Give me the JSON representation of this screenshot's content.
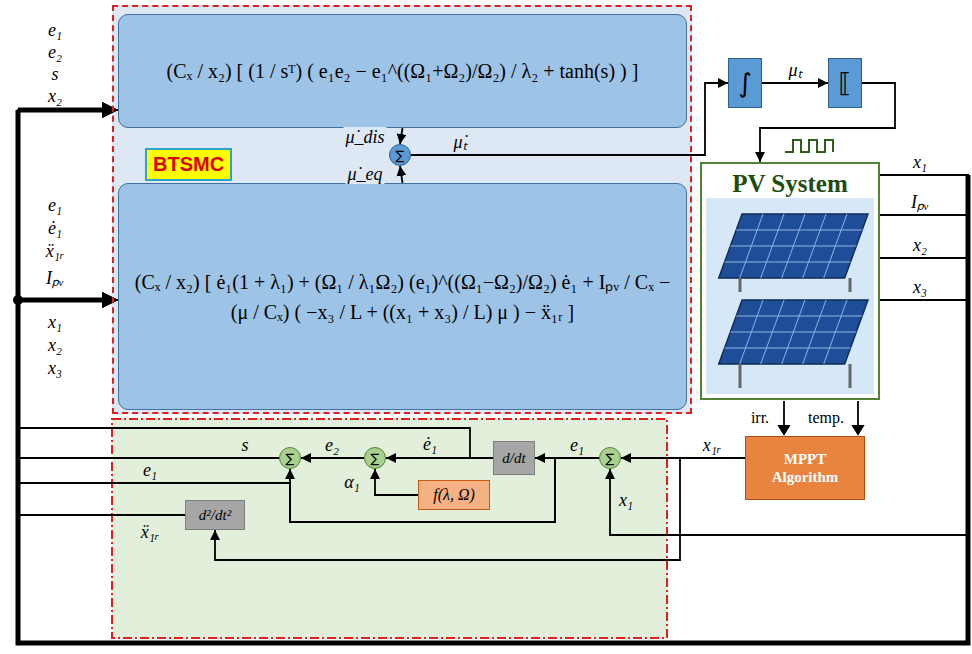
{
  "diagram": {
    "nodes": [
      {
        "text": [
          "BTSMC"
        ]
      },
      {
        "text": [
          "(Cₓ / x₂) [ (1 / sᵀ) ( e₁e₂ − e₁^((Ω₁+Ω₂)/Ω₂) / λ₂ + tanh(s) ) ]"
        ],
        "in": 0
      },
      {
        "text": [
          "∑"
        ],
        "in": 0
      },
      {
        "text": [
          "(Cₓ / x₂) [ ė₁(1 + λ₁) + (Ω₁ / λ₁Ω₂) (e₁)^((Ω₁−Ω₂)/Ω₂) ė₁ + Iₚᵥ / Cₓ − (μ / Cₓ) ( −x₃ / L + ((x₁ + x₃) / L) μ ) − ẍ₁ᵣ ]"
        ],
        "in": 0
      },
      {
        "text": [
          "∫"
        ]
      },
      {
        "text": [
          "⟦"
        ]
      },
      {
        "text": [
          "PV System"
        ]
      },
      {
        "text": [
          "MPPT Algorithm"
        ]
      },
      {
        "text": [
          "∑"
        ]
      },
      {
        "text": [
          "d/dt"
        ]
      },
      {
        "text": [
          "f(λ, Ω)"
        ]
      },
      {
        "text": [
          "∑"
        ]
      },
      {
        "text": [
          "∑"
        ]
      },
      {
        "text": [
          "d²/dt²"
        ]
      }
    ],
    "edges": [
      {
        "from": 1,
        "to": 2,
        "arrow": "to",
        "label": "μ̇_dis"
      },
      {
        "from": 3,
        "to": 2,
        "arrow": "to",
        "label": "μ̇_eq"
      },
      {
        "from": 2,
        "to": 4,
        "arrow": "to",
        "label": "μ̇ₜ"
      },
      {
        "from": 4,
        "to": 5,
        "arrow": "to",
        "label": "μₜ"
      },
      {
        "from": 5,
        "to": 6,
        "arrow": "to"
      },
      {
        "from": 7,
        "to": 8,
        "arrow": "to",
        "label": "x₁ᵣ"
      },
      {
        "from": 8,
        "to": 9,
        "arrow": "to",
        "label": "e₁"
      },
      {
        "from": 9,
        "to": 11,
        "arrow": "to",
        "label": "ė₁"
      },
      {
        "from": 10,
        "to": 11,
        "arrow": "to",
        "label": "α₁"
      },
      {
        "from": 11,
        "to": 12,
        "arrow": "to",
        "label": "e₂"
      },
      {
        "from": 8,
        "to": 12,
        "arrow": "to"
      },
      {
        "from": 7,
        "to": 13,
        "arrow": "to"
      },
      {
        "from": 6,
        "to": 8,
        "arrow": "to",
        "label": "x₁"
      },
      {
        "from": 12,
        "to": 1,
        "arrow": "to",
        "label": "s"
      },
      {
        "from": 8,
        "to": 1,
        "arrow": "to",
        "label": "e₁"
      },
      {
        "from": 8,
        "to": 3,
        "arrow": "to"
      },
      {
        "from": 9,
        "to": 3,
        "arrow": "to"
      },
      {
        "from": 13,
        "to": 3,
        "arrow": "to",
        "label": "ẍ₁ᵣ"
      },
      {
        "from": 6,
        "to": 1,
        "arrow": "to"
      },
      {
        "from": 6,
        "to": 3,
        "arrow": "to"
      }
    ],
    "labels": [
      "e₁",
      "e₂",
      "s",
      "x₂",
      "e₁",
      "ė₁",
      "ẍ₁ᵣ",
      "Iₚᵥ",
      "x₁",
      "x₂",
      "x₃",
      "x₁",
      "Iₚᵥ",
      "x₂",
      "x₃",
      "irr.",
      "temp."
    ]
  }
}
